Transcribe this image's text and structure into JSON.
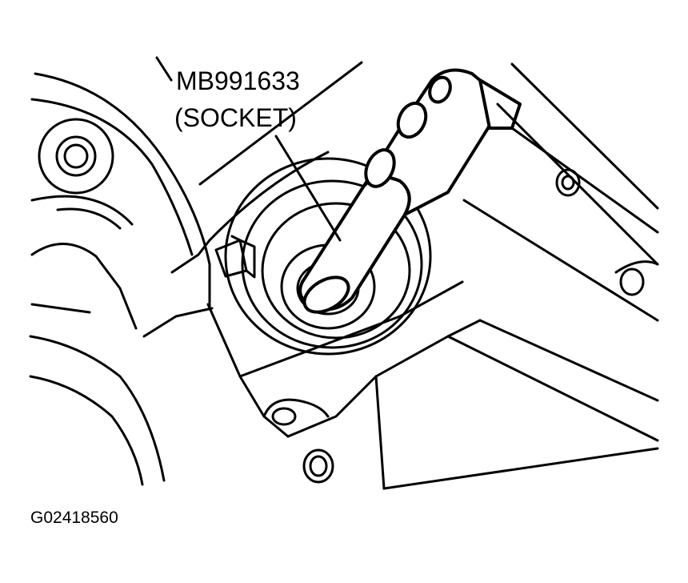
{
  "callout": {
    "part_number": "MB991633",
    "part_name": "(SOCKET)"
  },
  "figure_id": "G02418560",
  "colors": {
    "line": "#000000",
    "background": "#ffffff"
  }
}
